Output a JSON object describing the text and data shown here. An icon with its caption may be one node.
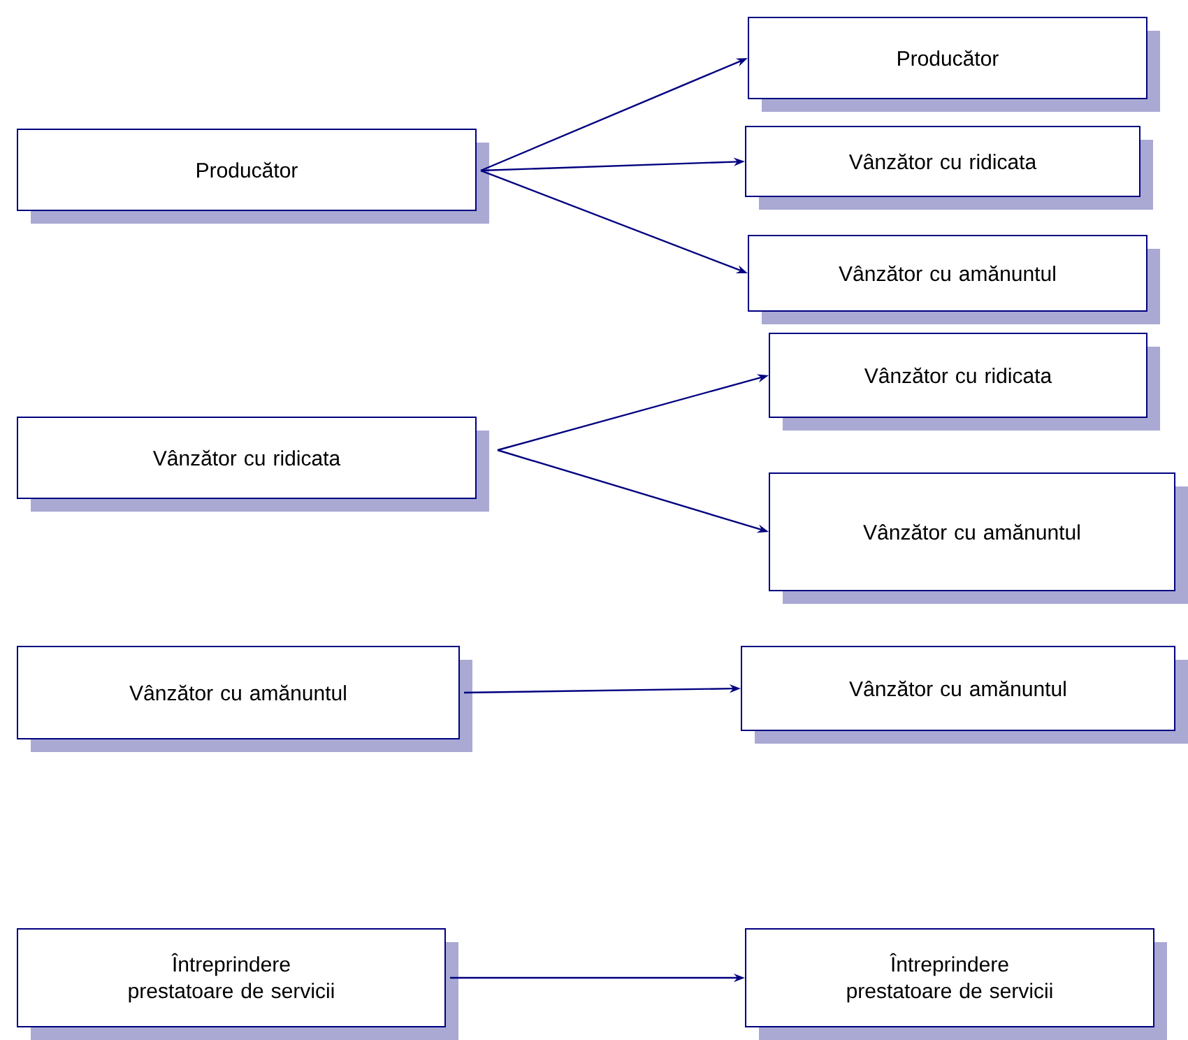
{
  "diagram": {
    "nodes": [
      {
        "text": [
          "Producător"
        ]
      },
      {
        "text": [
          "Producător"
        ]
      },
      {
        "text": [
          "Vânzător cu ridicata"
        ]
      },
      {
        "text": [
          "Vânzător cu amănuntul"
        ]
      },
      {
        "text": [
          "Vânzător cu ridicata"
        ]
      },
      {
        "text": [
          "Vânzător cu ridicata"
        ]
      },
      {
        "text": [
          "Vânzător cu amănuntul"
        ]
      },
      {
        "text": [
          "Vânzător cu amănuntul"
        ]
      },
      {
        "text": [
          "Vânzător cu amănuntul"
        ]
      },
      {
        "text": [
          "Întreprindere prestatoare de servicii"
        ]
      },
      {
        "text": [
          "Întreprindere prestatoare de servicii"
        ]
      }
    ],
    "edges": [
      {
        "from": 0,
        "to": 1,
        "arrow": "to"
      },
      {
        "from": 0,
        "to": 2,
        "arrow": "to"
      },
      {
        "from": 0,
        "to": 3,
        "arrow": "to"
      },
      {
        "from": 4,
        "to": 5,
        "arrow": "to"
      },
      {
        "from": 4,
        "to": 6,
        "arrow": "to"
      },
      {
        "from": 7,
        "to": 8,
        "arrow": "to"
      },
      {
        "from": 9,
        "to": 10,
        "arrow": "to"
      }
    ]
  }
}
